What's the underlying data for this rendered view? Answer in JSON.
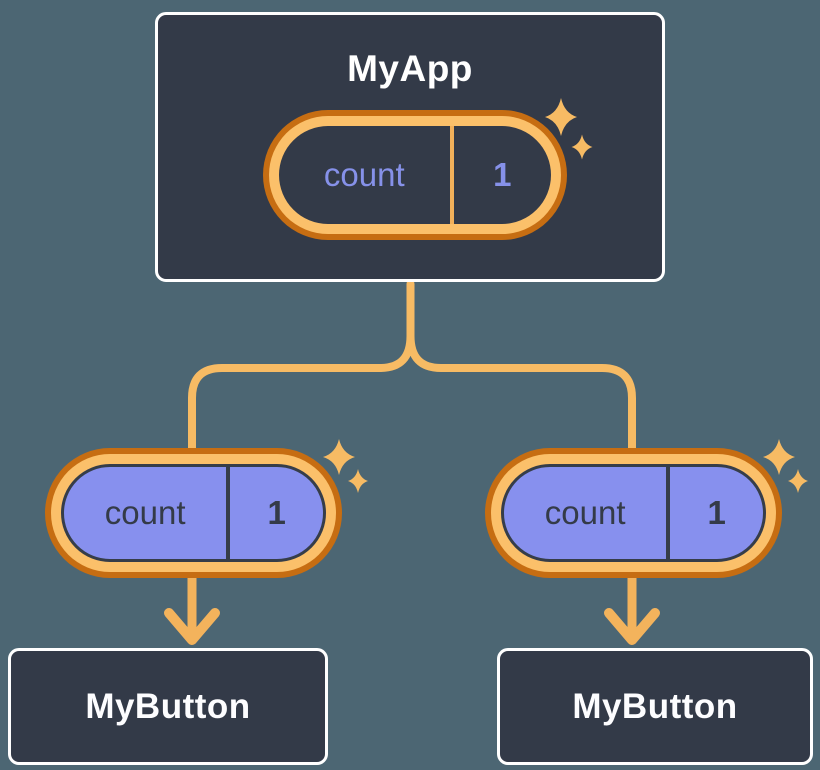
{
  "root": {
    "title": "MyApp",
    "state": {
      "label": "count",
      "value": "1"
    }
  },
  "children": [
    {
      "title": "MyButton",
      "state": {
        "label": "count",
        "value": "1"
      }
    },
    {
      "title": "MyButton",
      "state": {
        "label": "count",
        "value": "1"
      }
    }
  ],
  "icons": {
    "sparkle": "four-point-star",
    "arrow": "down-arrow"
  },
  "colors": {
    "page_background": "#4c6673",
    "component_box_fill": "#333a48",
    "component_box_border": "#ffffff",
    "component_title_text": "#ffffff",
    "pill_ring_outer": "#c66d12",
    "pill_ring_band": "#fbc06a",
    "root_pill_fill": "#333a48",
    "root_pill_text": "#8691e9",
    "root_pill_divider": "#f2b05a",
    "child_pill_fill": "#8790ee",
    "child_pill_outline": "#363d49",
    "child_pill_text": "#343b48",
    "connector_line": "#f7bb64"
  }
}
